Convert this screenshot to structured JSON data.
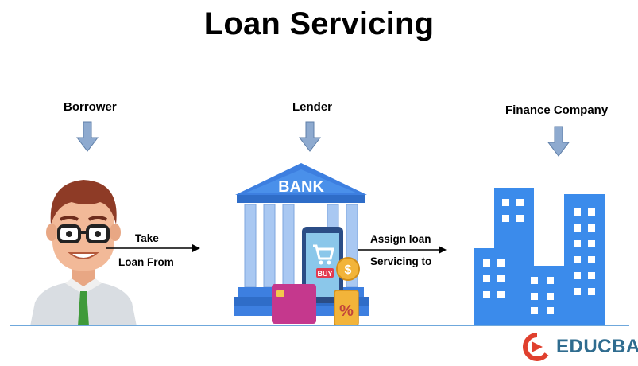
{
  "title": "Loan Servicing",
  "actors": {
    "borrower": "Borrower",
    "lender": "Lender",
    "finance_company": "Finance Company"
  },
  "flows": {
    "take": {
      "line1": "Take",
      "line2": "Loan From"
    },
    "assign": {
      "line1": "Assign loan",
      "line2": "Servicing to"
    }
  },
  "bank_sign": "BANK",
  "buy_badge": "BUY",
  "brand": "EDUCBA",
  "colors": {
    "down_arrow": "#8eaacf",
    "bank_blue": "#3d7fe0",
    "building_blue": "#3b8beb",
    "brand_red": "#e0402e",
    "brand_text": "#2f6c8f"
  }
}
